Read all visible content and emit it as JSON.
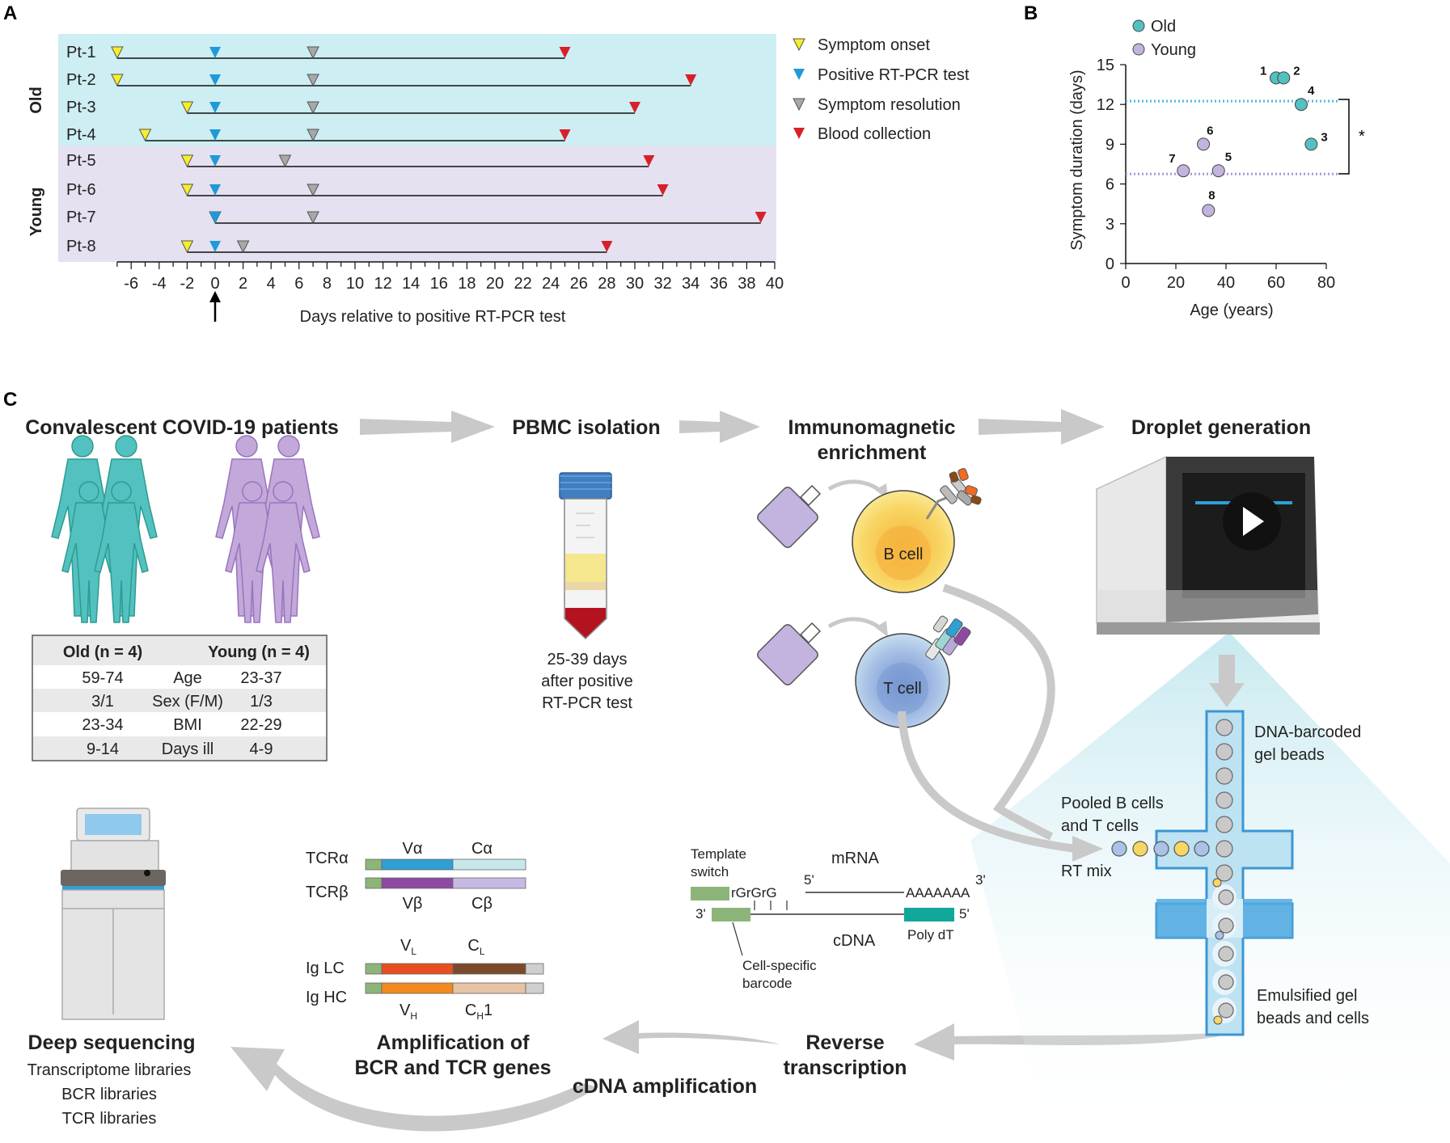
{
  "panels": {
    "a": "A",
    "b": "B",
    "c": "C"
  },
  "panel_a": {
    "groups": [
      "Old",
      "Young"
    ],
    "patients": [
      "Pt-1",
      "Pt-2",
      "Pt-3",
      "Pt-4",
      "Pt-5",
      "Pt-6",
      "Pt-7",
      "Pt-8"
    ],
    "xlabel": "Days relative to positive RT-PCR test",
    "legend": [
      "Symptom onset",
      "Positive RT-PCR test",
      "Symptom resolution",
      "Blood collection"
    ],
    "colors": {
      "old_bg": "#cdeef3",
      "young_bg": "#e5e1f1",
      "onset": "#f6ee2a",
      "pcr": "#1f9ad8",
      "resolution": "#a8a8a8",
      "blood": "#d8202a"
    }
  },
  "panel_b": {
    "legend": [
      "Old",
      "Young"
    ],
    "xlabel": "Age (years)",
    "ylabel": "Symptom duration (days)",
    "sig": "*",
    "colors": {
      "old": "#52c1c0",
      "young": "#c2b4df"
    }
  },
  "chart_data": [
    {
      "type": "timeline",
      "xlabel": "Days relative to positive RT-PCR test",
      "xlim": [
        -7,
        40
      ],
      "xticks": [
        -6,
        -4,
        -2,
        0,
        2,
        4,
        6,
        8,
        10,
        12,
        14,
        16,
        18,
        20,
        22,
        24,
        26,
        28,
        30,
        32,
        34,
        36,
        38,
        40
      ],
      "series": [
        {
          "name": "Symptom onset",
          "values": [
            -7,
            -7,
            -2,
            -5,
            -2,
            -2,
            0,
            -2
          ]
        },
        {
          "name": "Positive RT-PCR test",
          "values": [
            0,
            0,
            0,
            0,
            0,
            0,
            0,
            0
          ]
        },
        {
          "name": "Symptom resolution",
          "values": [
            7,
            7,
            7,
            7,
            5,
            7,
            7,
            2
          ]
        },
        {
          "name": "Blood collection",
          "values": [
            25,
            34,
            30,
            25,
            31,
            32,
            39,
            28
          ]
        }
      ],
      "categories": [
        "Pt-1",
        "Pt-2",
        "Pt-3",
        "Pt-4",
        "Pt-5",
        "Pt-6",
        "Pt-7",
        "Pt-8"
      ]
    },
    {
      "type": "scatter",
      "xlabel": "Age (years)",
      "ylabel": "Symptom duration (days)",
      "xlim": [
        0,
        80
      ],
      "ylim": [
        0,
        15
      ],
      "xticks": [
        0,
        20,
        40,
        60,
        80
      ],
      "yticks": [
        0,
        3,
        6,
        9,
        12,
        15
      ],
      "grid": false,
      "legend": "top-left",
      "series": [
        {
          "name": "Old",
          "points": [
            {
              "label": "1",
              "x": 60,
              "y": 14
            },
            {
              "label": "2",
              "x": 63,
              "y": 14
            },
            {
              "label": "4",
              "x": 70,
              "y": 12
            },
            {
              "label": "3",
              "x": 74,
              "y": 9
            }
          ],
          "mean": 12.25
        },
        {
          "name": "Young",
          "points": [
            {
              "label": "6",
              "x": 31,
              "y": 9
            },
            {
              "label": "7",
              "x": 23,
              "y": 7
            },
            {
              "label": "5",
              "x": 37,
              "y": 7
            },
            {
              "label": "8",
              "x": 33,
              "y": 4
            }
          ],
          "mean": 6.75
        }
      ]
    }
  ],
  "panel_c": {
    "titles": {
      "patients": "Convalescent COVID-19 patients",
      "pbmc": "PBMC isolation",
      "immuno_1": "Immunomagnetic",
      "immuno_2": "enrichment",
      "droplet": "Droplet generation",
      "deep": "Deep sequencing",
      "amp_1": "Amplification of",
      "amp_2": "BCR and TCR genes",
      "rt_1": "Reverse",
      "rt_2": "transcription",
      "cdna_amp": "cDNA amplification"
    },
    "table": {
      "header_old": "Old (n = 4)",
      "header_young": "Young (n = 4)",
      "rows": [
        {
          "old": "59-74",
          "label": "Age",
          "young": "23-37"
        },
        {
          "old": "3/1",
          "label": "Sex (F/M)",
          "young": "1/3"
        },
        {
          "old": "23-34",
          "label": "BMI",
          "young": "22-29"
        },
        {
          "old": "9-14",
          "label": "Days ill",
          "young": "4-9"
        }
      ]
    },
    "pbmc_caption": [
      "25-39 days",
      "after positive",
      "RT-PCR test"
    ],
    "b_cell": "B cell",
    "t_cell": "T cell",
    "chip": {
      "gel_beads": [
        "DNA-barcoded",
        "gel beads"
      ],
      "pooled": [
        "Pooled B cells",
        "and T cells"
      ],
      "rt_mix": "RT mix",
      "emulsified": [
        "Emulsified gel",
        "beads and cells"
      ]
    },
    "rt_diagram": {
      "template_switch": [
        "Template",
        "switch"
      ],
      "rgrgrg": "rGrGrG",
      "mrna": "mRNA",
      "five_prime": "5'",
      "three_prime": "3'",
      "polya": "AAAAAAA",
      "cdna": "cDNA",
      "polydt": "Poly dT",
      "barcode": [
        "Cell-specific",
        "barcode"
      ]
    },
    "genes": {
      "tcra": "TCRα",
      "va": "Vα",
      "ca": "Cα",
      "tcrb": "TCRβ",
      "vb": "Vβ",
      "cb": "Cβ",
      "iglc": "Ig LC",
      "vl": "V",
      "vl_sub": "L",
      "cl": "C",
      "cl_sub": "L",
      "ighc": "Ig HC",
      "vh": "V",
      "vh_sub": "H",
      "ch": "C",
      "ch_sub": "H",
      "ch_suffix": "1"
    },
    "libraries": [
      "Transcriptome libraries",
      "BCR libraries",
      "TCR libraries"
    ]
  }
}
